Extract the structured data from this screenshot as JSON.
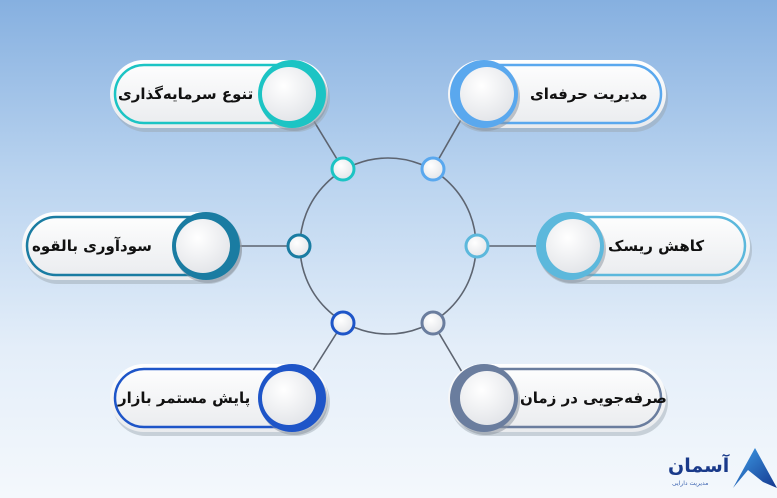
{
  "items": [
    {
      "label": "تنوع سرمایه‌گذاری",
      "color": "#1cc4c4"
    },
    {
      "label": "مدیریت حرفه‌ای",
      "color": "#5aa8ee"
    },
    {
      "label": "سودآوری بالقوه",
      "color": "#1a7ca2"
    },
    {
      "label": "کاهش ریسک",
      "color": "#5cb8dc"
    },
    {
      "label": "پایش مستمر بازار",
      "color": "#1e55c8"
    },
    {
      "label": "صرفه‌جویی در زمان",
      "color": "#6a7d9e"
    }
  ],
  "logo": {
    "title": "آسمان",
    "subtitle": "مدیریت دارایی"
  }
}
